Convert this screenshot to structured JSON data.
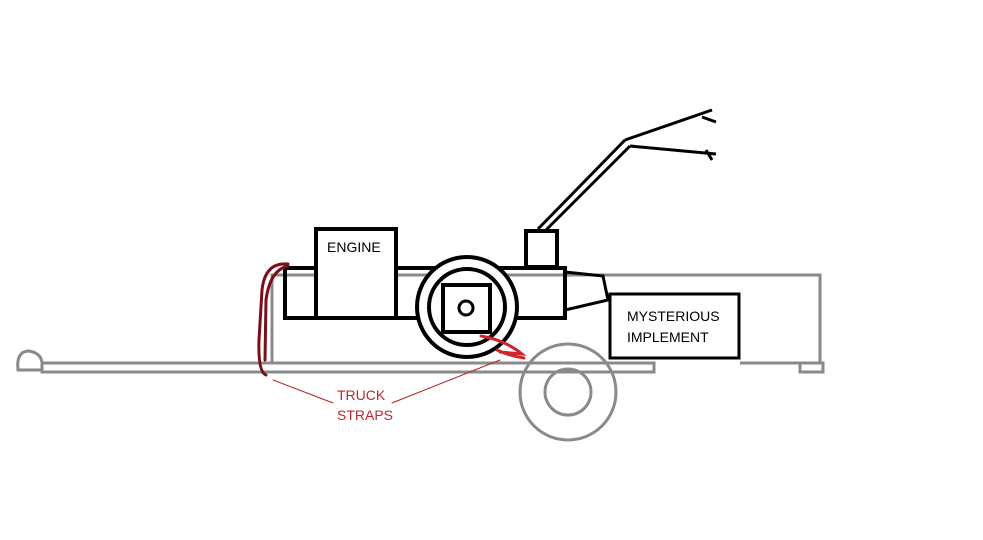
{
  "labels": {
    "engine": "ENGINE",
    "implement_line1": "MYSTERIOUS",
    "implement_line2": "IMPLEMENT",
    "straps_line1": "TRUCK",
    "straps_line2": "STRAPS"
  },
  "colors": {
    "machine": "#000000",
    "trailer": "#8a8a8a",
    "strap": "#b22222",
    "strap_dark": "#7a0f1a",
    "callout_text": "#c0282d"
  }
}
